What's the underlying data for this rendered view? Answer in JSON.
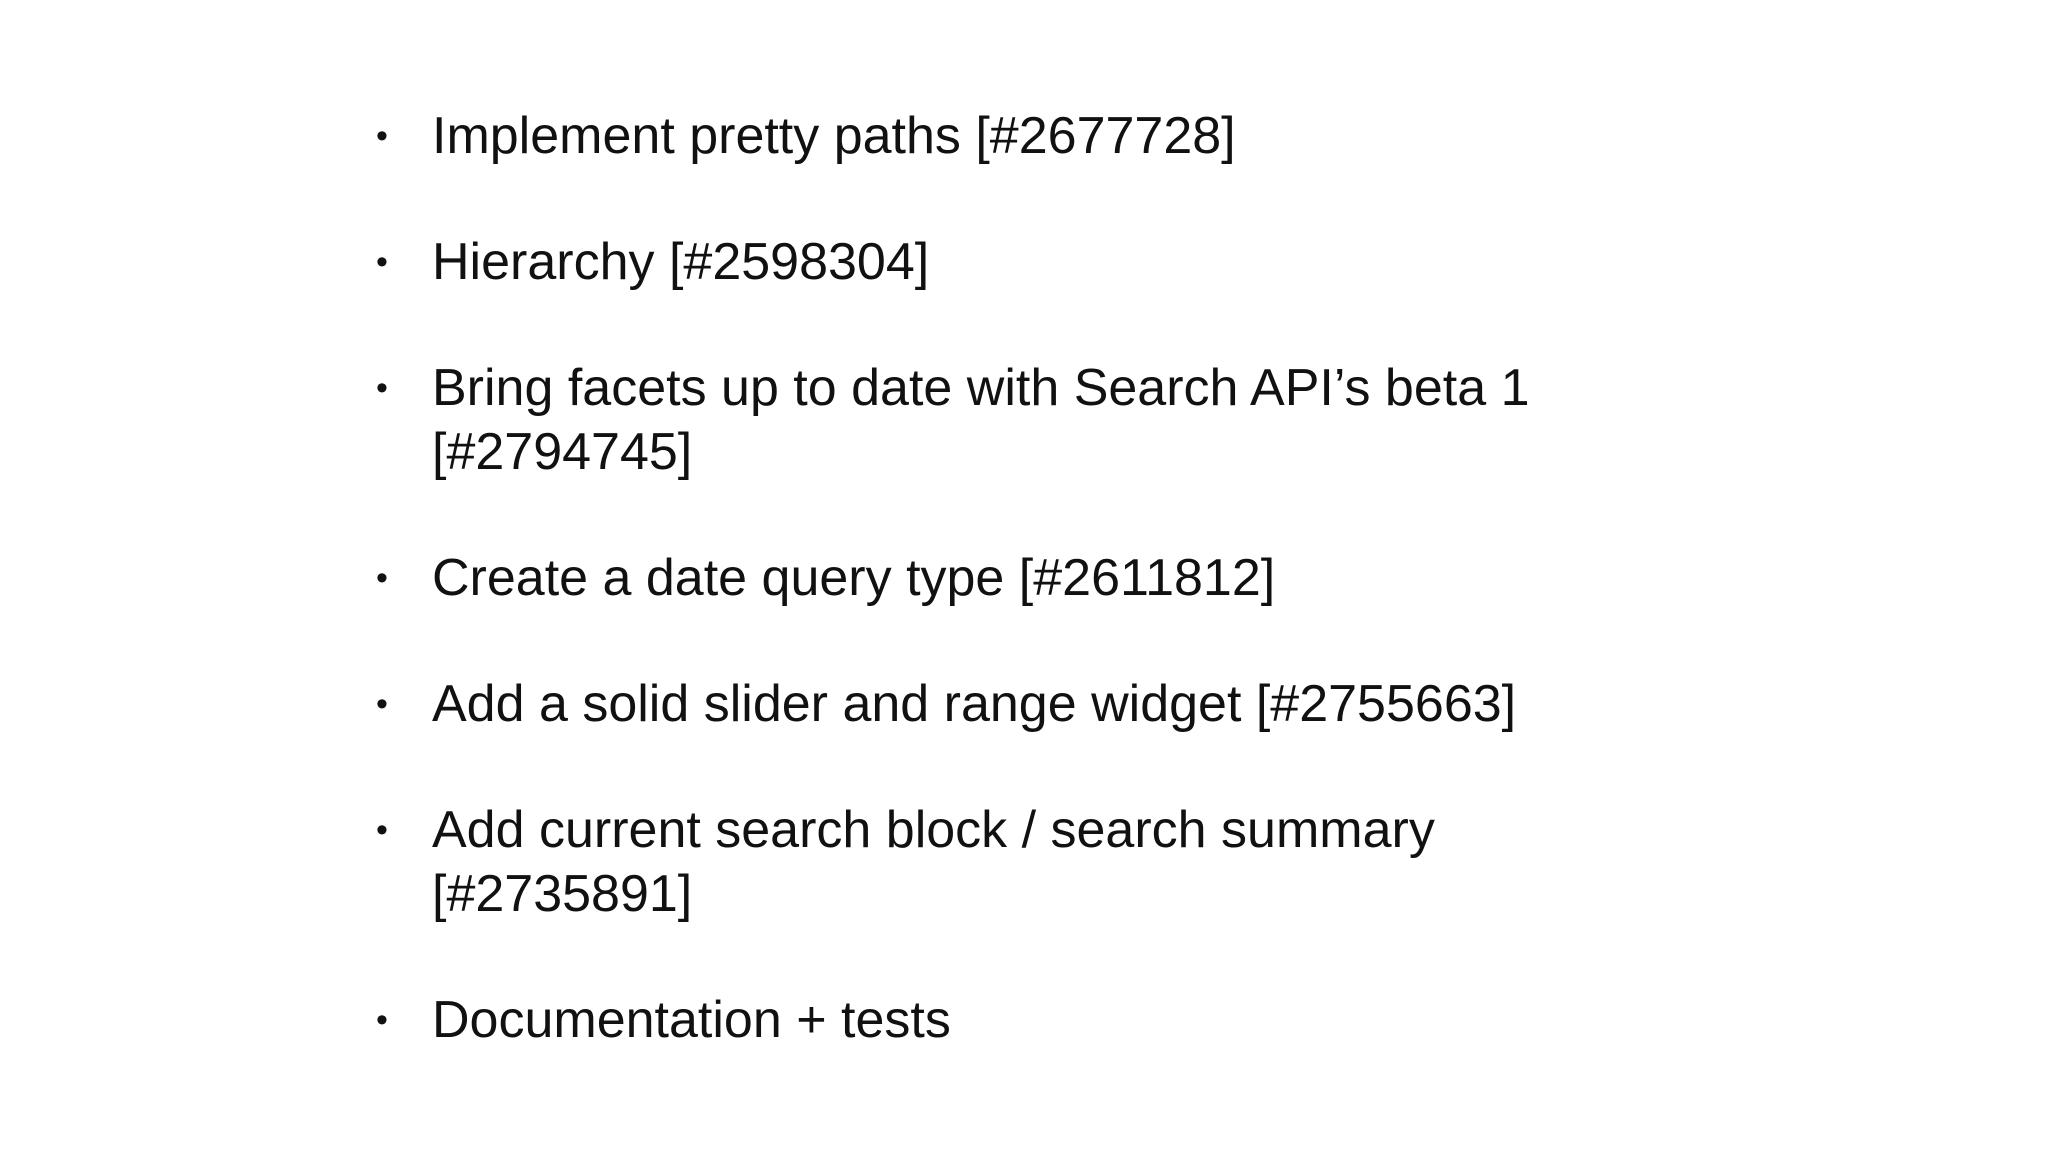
{
  "slide": {
    "bullet_symbol": "•",
    "items": [
      "Implement pretty paths [#2677728]",
      "Hierarchy [#2598304]",
      "Bring facets up to date with Search API’s beta 1 [#2794745]",
      "Create a date query type [#2611812]",
      "Add a solid slider and range widget [#2755663]",
      "Add current search block / search summary [#2735891]",
      "Documentation + tests"
    ]
  }
}
